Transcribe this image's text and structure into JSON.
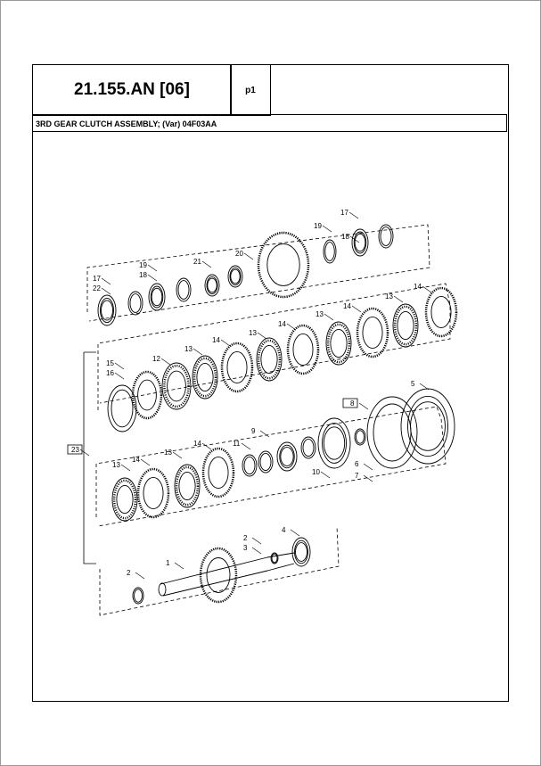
{
  "header": {
    "code": "21.155.AN [06]",
    "page": "p1",
    "title": "3RD GEAR CLUTCH ASSEMBLY; (Var) 04F03AA"
  },
  "callouts": [
    "17",
    "19",
    "18",
    "20",
    "21",
    "19",
    "18",
    "17",
    "22",
    "14",
    "13",
    "14",
    "13",
    "14",
    "13",
    "14",
    "13",
    "12",
    "15",
    "16",
    "8",
    "5",
    "9",
    "11",
    "14",
    "13",
    "14",
    "13",
    "6",
    "7",
    "10",
    "23",
    "4",
    "2",
    "3",
    "1",
    "2"
  ]
}
